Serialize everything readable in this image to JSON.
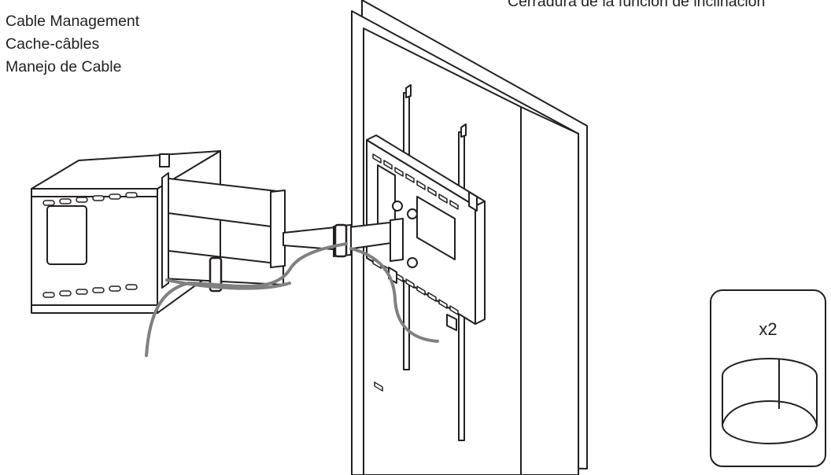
{
  "caption": {
    "lines": [
      "Cable Management",
      "Cache-câbles",
      "Manejo de Cable"
    ]
  },
  "top_label": "Cerradura de la función de inclinación",
  "legend": {
    "quantity": "x2",
    "part_icon": "cable-clip-icon"
  },
  "colors": {
    "line": "#231f20",
    "cable": "#808080",
    "background": "#ffffff"
  }
}
